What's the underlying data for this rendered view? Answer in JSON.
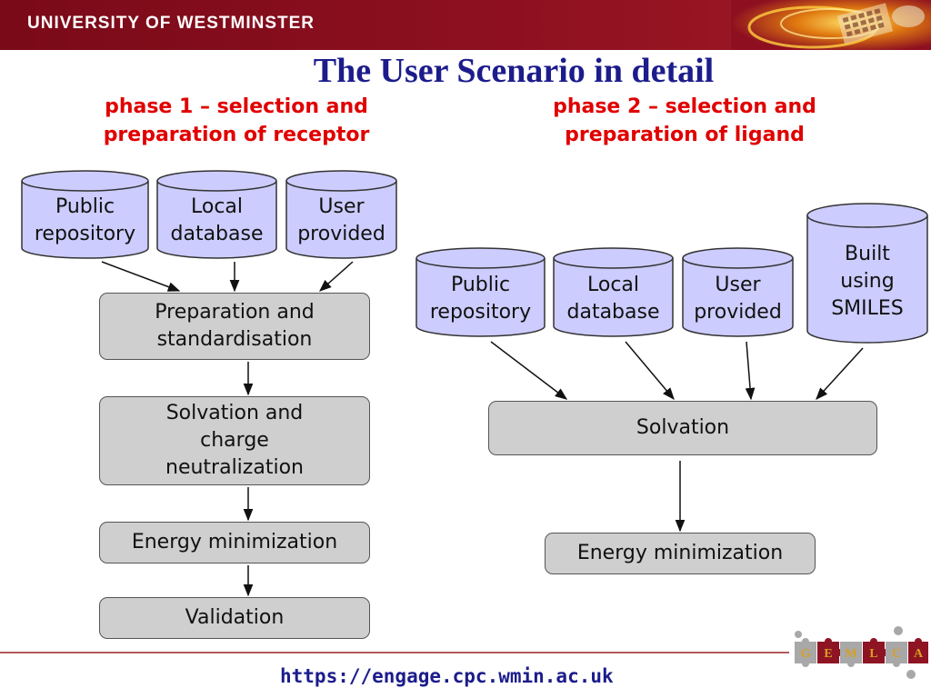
{
  "header": {
    "institution": "UNIVERSITY OF WESTMINSTER"
  },
  "title": "The User Scenario in detail",
  "phase1": {
    "heading": "phase 1 – selection and\npreparation of receptor",
    "sources": [
      {
        "label": "Public\nrepository"
      },
      {
        "label": "Local\ndatabase"
      },
      {
        "label": "User\nprovided"
      }
    ],
    "steps": [
      {
        "label": "Preparation and\nstandardisation"
      },
      {
        "label": "Solvation and\ncharge\nneutralization"
      },
      {
        "label": "Energy minimization"
      },
      {
        "label": "Validation"
      }
    ]
  },
  "phase2": {
    "heading": "phase 2 – selection and\npreparation of ligand",
    "sources": [
      {
        "label": "Public\nrepository"
      },
      {
        "label": "Local\ndatabase"
      },
      {
        "label": "User\nprovided"
      },
      {
        "label": "Built\nusing\nSMILES"
      }
    ],
    "steps": [
      {
        "label": "Solvation"
      },
      {
        "label": "Energy minimization"
      }
    ]
  },
  "footer": {
    "url": "https://engage.cpc.wmin.ac.uk"
  },
  "logo": {
    "letters": [
      "G",
      "E",
      "M",
      "L",
      "C",
      "A"
    ]
  },
  "colors": {
    "banner": "#8e1020",
    "title": "#1c1c8c",
    "phase_heading": "#e00000",
    "database_fill": "#ccccff",
    "step_fill": "#cfcfcf"
  }
}
